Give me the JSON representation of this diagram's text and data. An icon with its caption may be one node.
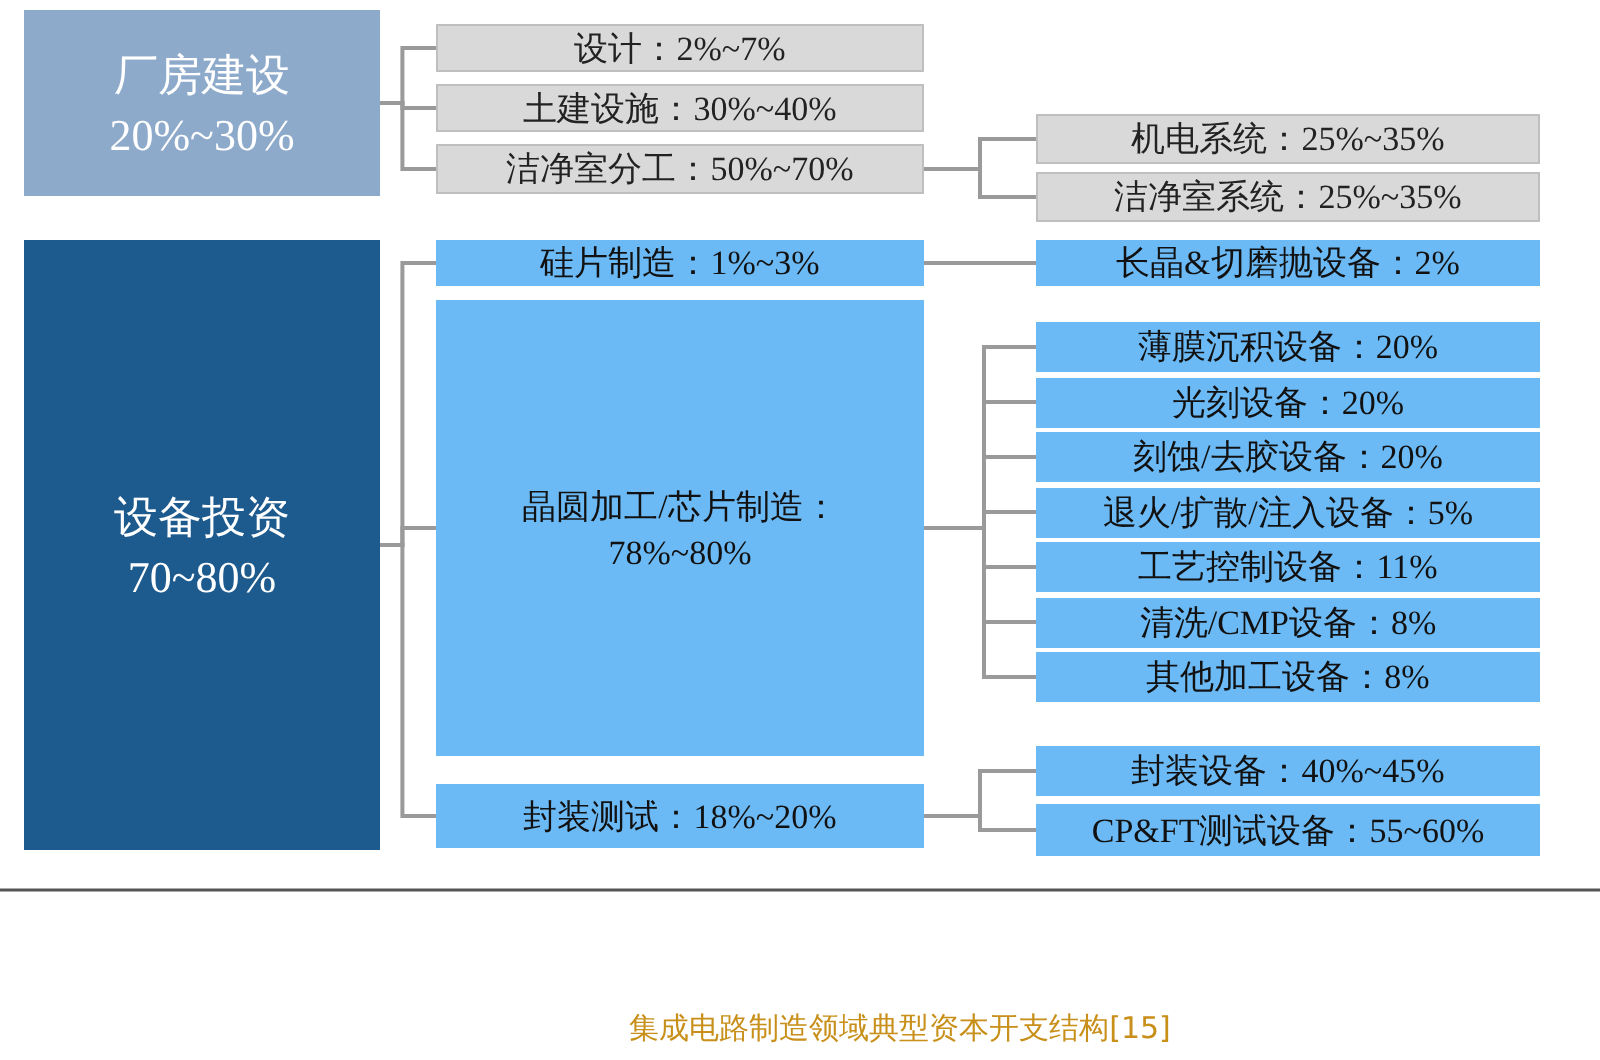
{
  "diagram": {
    "caption": "集成电路制造领域典型资本开支结构[15]",
    "nodes": [
      {
        "text": [
          "厂房建设",
          "20%~30%"
        ]
      },
      {
        "text": [
          "设计：2%~7%"
        ]
      },
      {
        "text": [
          "土建设施：30%~40%"
        ]
      },
      {
        "text": [
          "洁净室分工：50%~70%"
        ]
      },
      {
        "text": [
          "机电系统：25%~35%"
        ]
      },
      {
        "text": [
          "洁净室系统：25%~35%"
        ]
      },
      {
        "text": [
          "设备投资",
          "70~80%"
        ]
      },
      {
        "text": [
          "硅片制造：1%~3%"
        ]
      },
      {
        "text": [
          "长晶&切磨抛设备：2%"
        ]
      },
      {
        "text": [
          "晶圆加工/芯片制造：",
          "78%~80%"
        ]
      },
      {
        "text": [
          "薄膜沉积设备：20%"
        ]
      },
      {
        "text": [
          "光刻设备：20%"
        ]
      },
      {
        "text": [
          "刻蚀/去胶设备：20%"
        ]
      },
      {
        "text": [
          "退火/扩散/注入设备：5%"
        ]
      },
      {
        "text": [
          "工艺控制设备：11%"
        ]
      },
      {
        "text": [
          "清洗/CMP设备：8%"
        ]
      },
      {
        "text": [
          "其他加工设备：8%"
        ]
      },
      {
        "text": [
          "封装测试：18%~20%"
        ]
      },
      {
        "text": [
          "封装设备：40%~45%"
        ]
      },
      {
        "text": [
          "CP&FT测试设备：55~60%"
        ]
      }
    ],
    "edges": [
      {
        "from": 0,
        "to": 1,
        "arrow": "none"
      },
      {
        "from": 0,
        "to": 2,
        "arrow": "none"
      },
      {
        "from": 0,
        "to": 3,
        "arrow": "none"
      },
      {
        "from": 3,
        "to": 4,
        "arrow": "none"
      },
      {
        "from": 3,
        "to": 5,
        "arrow": "none"
      },
      {
        "from": 6,
        "to": 7,
        "arrow": "none"
      },
      {
        "from": 6,
        "to": 9,
        "arrow": "none"
      },
      {
        "from": 6,
        "to": 17,
        "arrow": "none"
      },
      {
        "from": 7,
        "to": 8,
        "arrow": "none"
      },
      {
        "from": 9,
        "to": 10,
        "arrow": "none"
      },
      {
        "from": 9,
        "to": 11,
        "arrow": "none"
      },
      {
        "from": 9,
        "to": 12,
        "arrow": "none"
      },
      {
        "from": 9,
        "to": 13,
        "arrow": "none"
      },
      {
        "from": 9,
        "to": 14,
        "arrow": "none"
      },
      {
        "from": 9,
        "to": 15,
        "arrow": "none"
      },
      {
        "from": 9,
        "to": 16,
        "arrow": "none"
      },
      {
        "from": 17,
        "to": 18,
        "arrow": "none"
      },
      {
        "from": 17,
        "to": 19,
        "arrow": "none"
      }
    ]
  }
}
